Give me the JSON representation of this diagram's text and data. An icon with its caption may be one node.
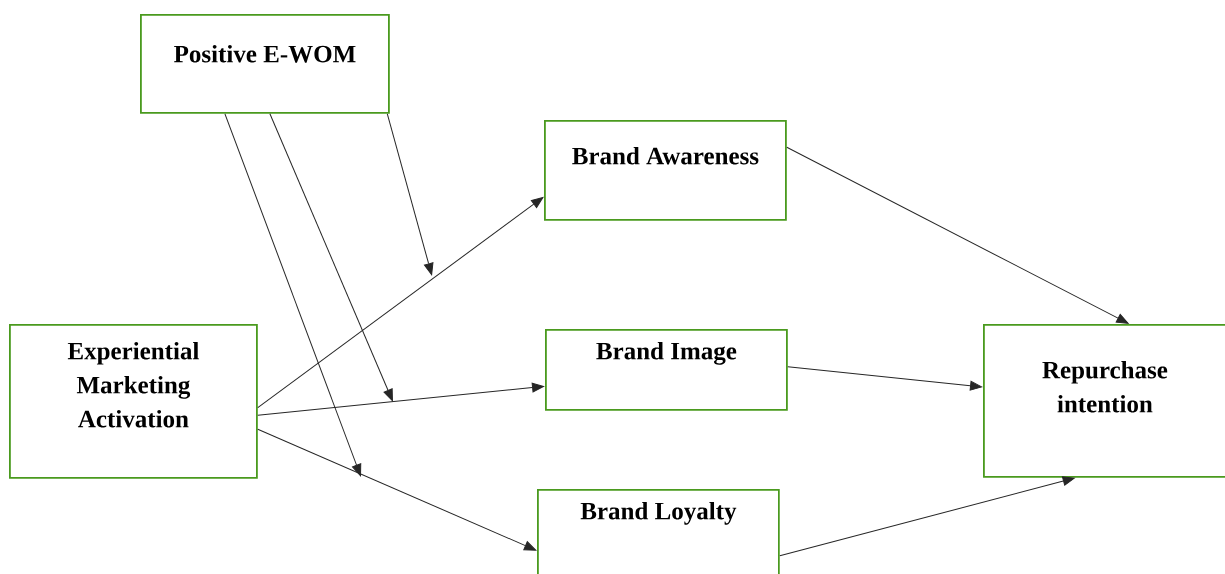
{
  "diagram": {
    "nodes": [
      {
        "text": [
          "Positive E-WOM"
        ]
      },
      {
        "text": [
          "Experiential Marketing Activation"
        ]
      },
      {
        "text": [
          "Brand Awareness"
        ]
      },
      {
        "text": [
          "Brand Image"
        ]
      },
      {
        "text": [
          "Brand Loyalty"
        ]
      },
      {
        "text": [
          "Repurchase intention"
        ]
      }
    ],
    "edges": [
      {
        "from": 1,
        "to": 2,
        "arrow": "to"
      },
      {
        "from": 1,
        "to": 3,
        "arrow": "to"
      },
      {
        "from": 1,
        "to": 4,
        "arrow": "to"
      },
      {
        "from": 2,
        "to": 5,
        "arrow": "to"
      },
      {
        "from": 3,
        "to": 5,
        "arrow": "to"
      },
      {
        "from": 4,
        "to": 5,
        "arrow": "to"
      },
      {
        "from": 0,
        "to": null,
        "arrow": "to"
      },
      {
        "from": 0,
        "to": null,
        "arrow": "to"
      },
      {
        "from": 0,
        "to": null,
        "arrow": "to"
      }
    ]
  }
}
